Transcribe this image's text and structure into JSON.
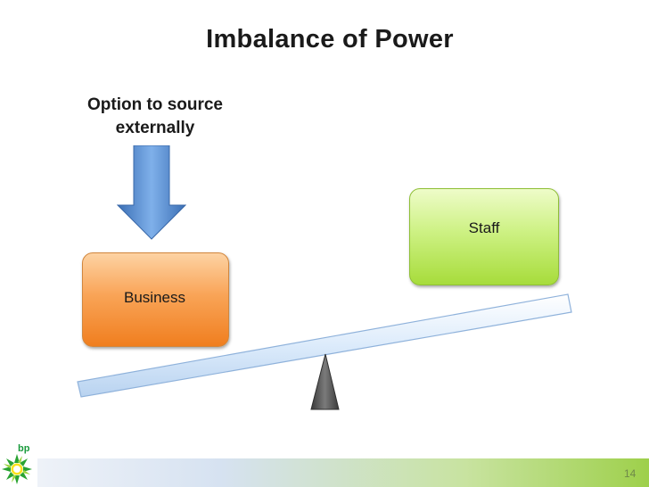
{
  "slide": {
    "title": "Imbalance of Power",
    "option_label_line1": "Option to source",
    "option_label_line2": "externally",
    "business_label": "Business",
    "staff_label": "Staff",
    "logo_text": "bp",
    "page_number": "14"
  },
  "colors": {
    "arrow": "#4f81bd",
    "business": "#f79646",
    "staff": "#9bd641",
    "beam": "#dbeafb",
    "fulcrum": "#595959"
  }
}
